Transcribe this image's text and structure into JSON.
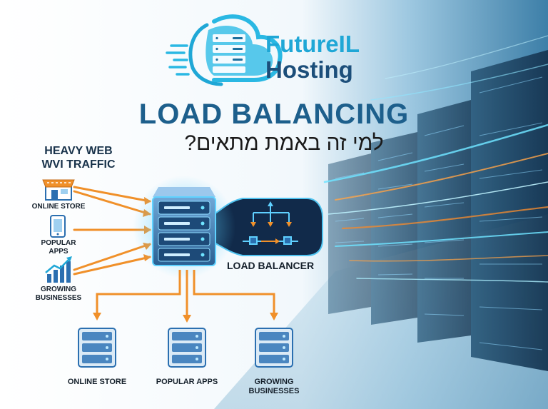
{
  "brand": {
    "line1": "FutureIL",
    "line2": "Hosting"
  },
  "title": "LOAD BALANCING",
  "subtitle": "למי זה באמת מתאים?",
  "traffic_label": {
    "line1": "HEAVY WEB",
    "line2": "WVI TRAFFIC"
  },
  "sources": [
    {
      "label": "ONLINE STORE",
      "icon": "store-icon"
    },
    {
      "label": "POPULAR\nAPPS",
      "icon": "phone-icon"
    },
    {
      "label": "GROWING\nBUSINESSES",
      "icon": "growth-chart-icon"
    }
  ],
  "load_balancer_label": "LOAD BALANCER",
  "backends": [
    {
      "label": "ONLINE STORE"
    },
    {
      "label": "POPULAR APPS"
    },
    {
      "label": "GROWING\nBUSINESSES"
    }
  ],
  "colors": {
    "brand_teal": "#1fa7d6",
    "brand_navy": "#1c4e7a",
    "arrow_orange": "#f0902a",
    "server_blue": "#2b6fb0"
  }
}
